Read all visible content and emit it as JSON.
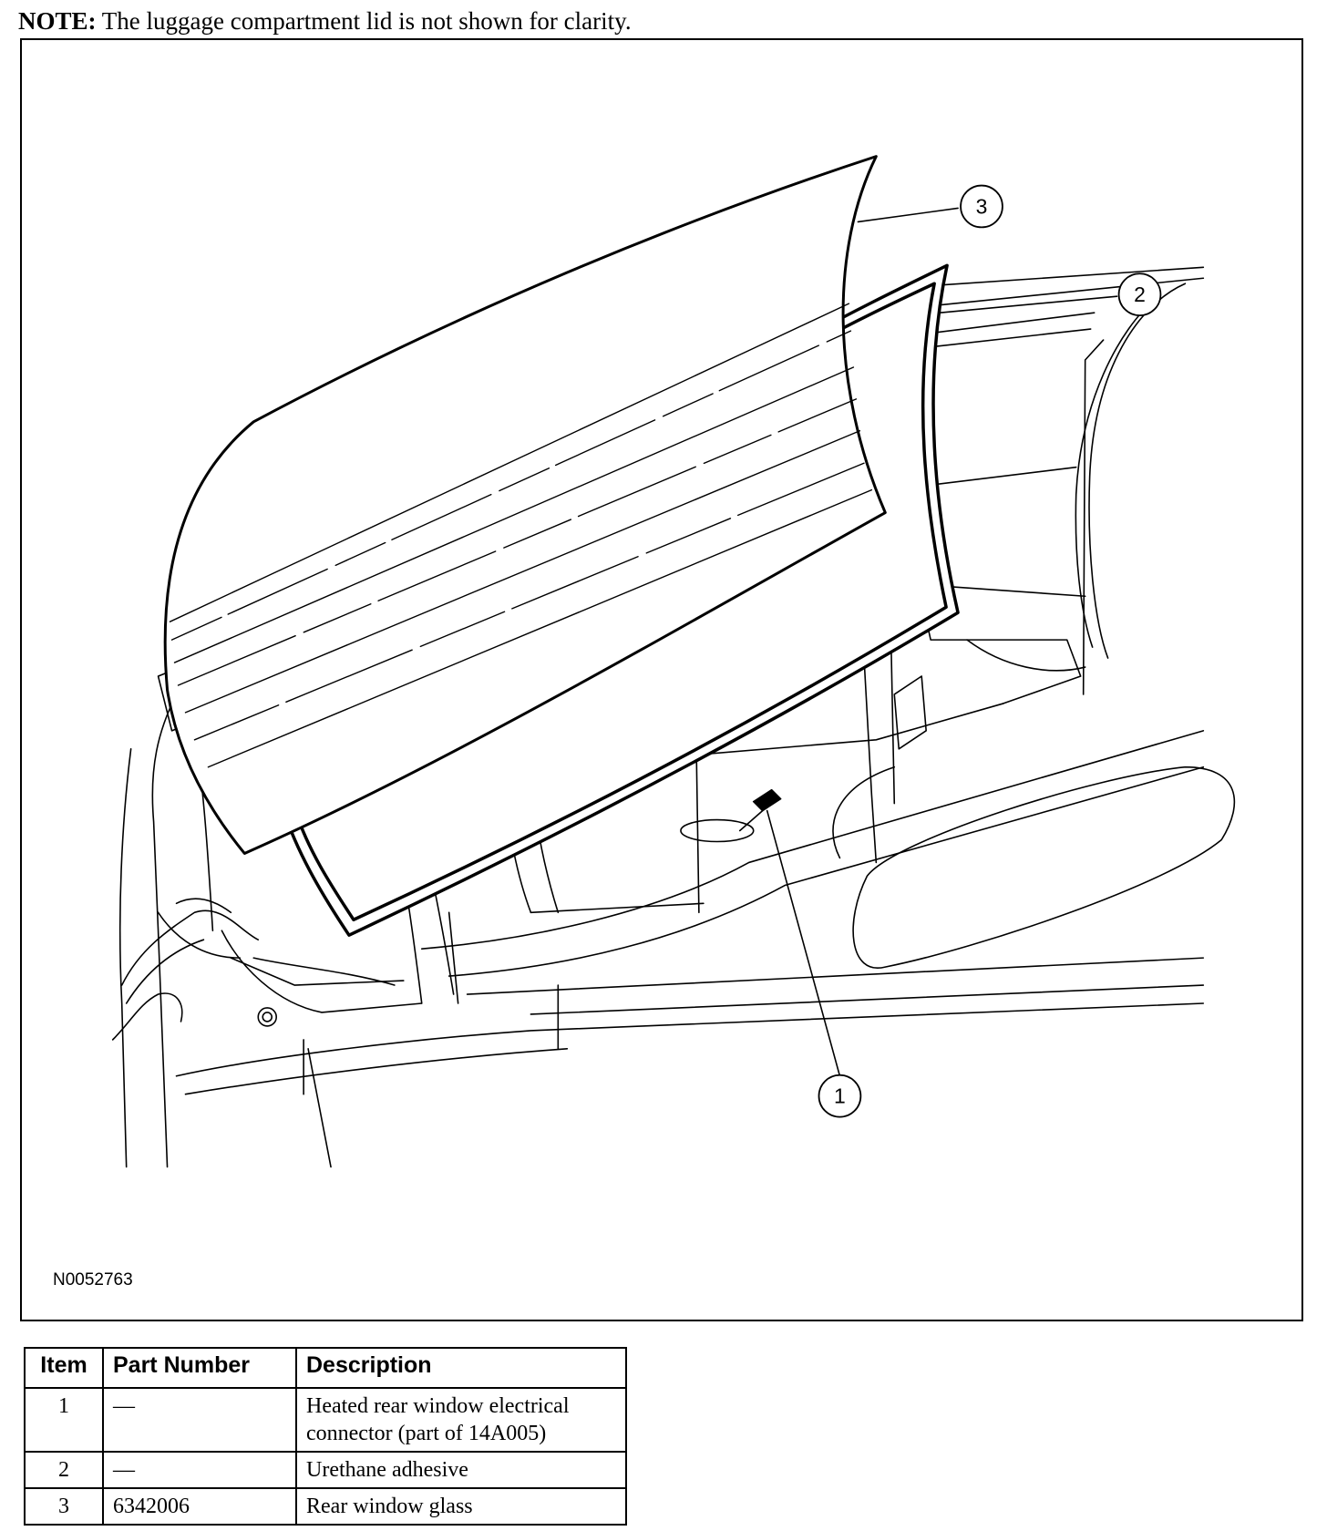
{
  "note": {
    "label": "NOTE:",
    "text": "The luggage compartment lid is not shown for clarity."
  },
  "figure": {
    "id": "N0052763",
    "callouts": [
      "1",
      "2",
      "3"
    ]
  },
  "table": {
    "headers": [
      "Item",
      "Part Number",
      "Description"
    ],
    "rows": [
      {
        "item": "1",
        "part_number": "—",
        "description": "Heated rear window electrical connector (part of 14A005)"
      },
      {
        "item": "2",
        "part_number": "—",
        "description": "Urethane adhesive"
      },
      {
        "item": "3",
        "part_number": "6342006",
        "description": "Rear window glass"
      }
    ]
  }
}
